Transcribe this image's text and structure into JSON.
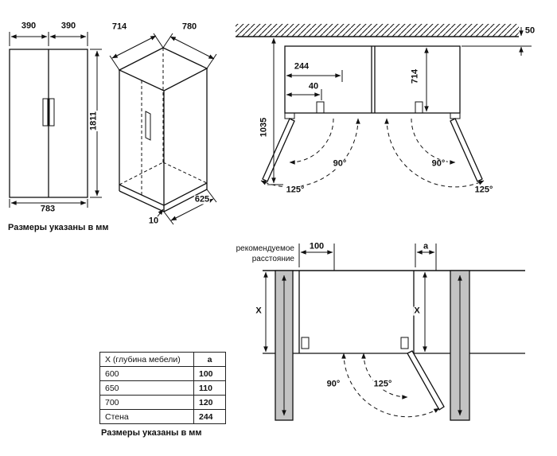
{
  "notes": {
    "top": "Размеры указаны в мм",
    "bottom": "Размеры указаны в мм"
  },
  "colors": {
    "line": "#111111",
    "furniture_fill": "#c3c3c3"
  },
  "front_view": {
    "dim_door_left": "390",
    "dim_door_right": "390",
    "dim_height": "1811",
    "dim_width": "783"
  },
  "iso_view": {
    "dim_depth": "714",
    "dim_width": "780",
    "dim_depth_bottom": "625",
    "dim_base": "10"
  },
  "top_view": {
    "dim_wall_gap": "50",
    "dim_side_clearance": "244",
    "dim_hinge_offset": "40",
    "dim_door_depth": "714",
    "dim_total_depth": "1035",
    "angle_left_90": "90°",
    "angle_right_90": "90°",
    "angle_left_125": "125°",
    "angle_right_125": "125°"
  },
  "niche_view": {
    "recommended_line1": "рекомендуемое",
    "recommended_line2": "расстояние",
    "dim_gap": "100",
    "dim_a": "a",
    "dim_x_left": "X",
    "dim_x_right": "X",
    "angle_90": "90°",
    "angle_125": "125°"
  },
  "table": {
    "col1_header": "X (глубина мебели)",
    "col2_header": "a",
    "rows": [
      {
        "c1": "600",
        "c2": "100"
      },
      {
        "c1": "650",
        "c2": "110"
      },
      {
        "c1": "700",
        "c2": "120"
      },
      {
        "c1": "Стена",
        "c2": "244"
      }
    ]
  }
}
